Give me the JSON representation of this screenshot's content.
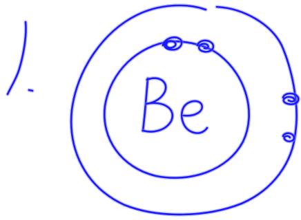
{
  "item_number": "1.",
  "element_symbol": "Be",
  "inner_shell_electrons": 2,
  "outer_shell_electrons": 2,
  "ink_color": "#1a1aff",
  "glow_color": "#7f7fff"
}
